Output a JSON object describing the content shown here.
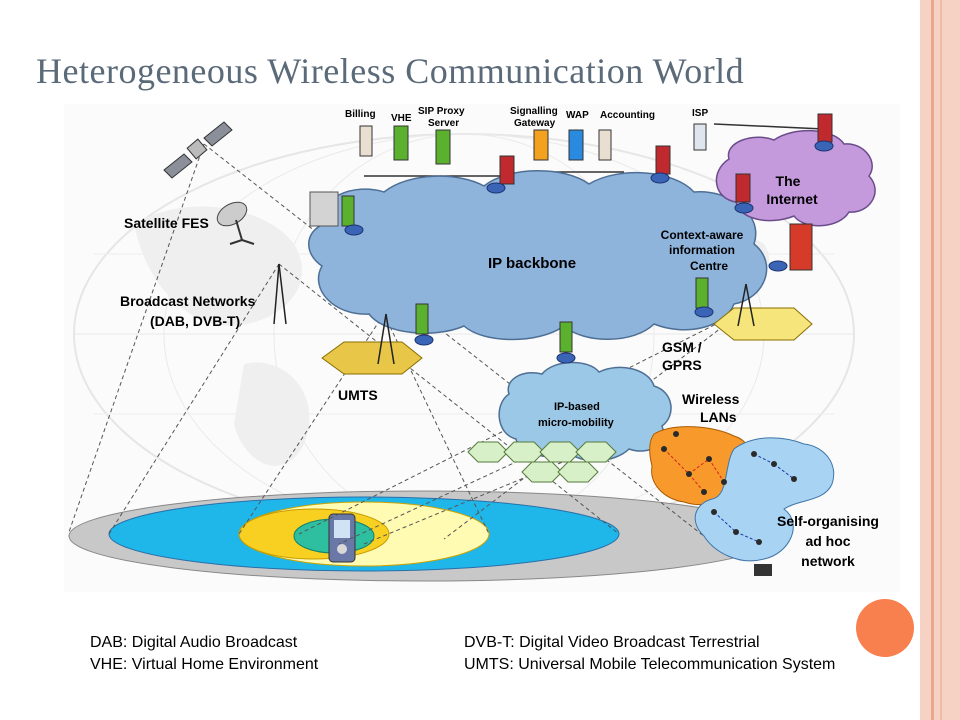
{
  "title": "Heterogeneous Wireless Communication World",
  "diagram": {
    "services": [
      "Billing",
      "VHE",
      "SIP Proxy",
      "Server",
      "Signalling",
      "Gateway",
      "WAP",
      "Accounting",
      "ISP"
    ],
    "internet": [
      "The",
      "Internet"
    ],
    "ip_backbone": "IP backbone",
    "context_aware": [
      "Context-aware",
      "information",
      "Centre"
    ],
    "satellite": "Satellite FES",
    "broadcast": [
      "Broadcast Networks",
      "(DAB, DVB-T)"
    ],
    "umts": "UMTS",
    "gsm": [
      "GSM /",
      "GPRS"
    ],
    "micro_mobility": [
      "IP-based",
      "micro-mobility"
    ],
    "wlan": [
      "Wireless",
      "LANs"
    ],
    "adhoc": [
      "Self-organising",
      "ad hoc",
      "network"
    ]
  },
  "legend": {
    "left": [
      "DAB: Digital Audio Broadcast",
      "VHE: Virtual Home Environment"
    ],
    "right": [
      "DVB-T: Digital Video Broadcast Terrestrial",
      "UMTS: Universal Mobile Telecommunication System"
    ]
  },
  "colors": {
    "title": "#5b6a79",
    "cloud_blue": "#8fb4dc",
    "cloud_purple": "#c49add",
    "hex_yellow": "#e8c648",
    "wlan_orange": "#f79a2b",
    "adhoc_blue": "#a9d3f3",
    "accent_dot": "#f8804f"
  }
}
